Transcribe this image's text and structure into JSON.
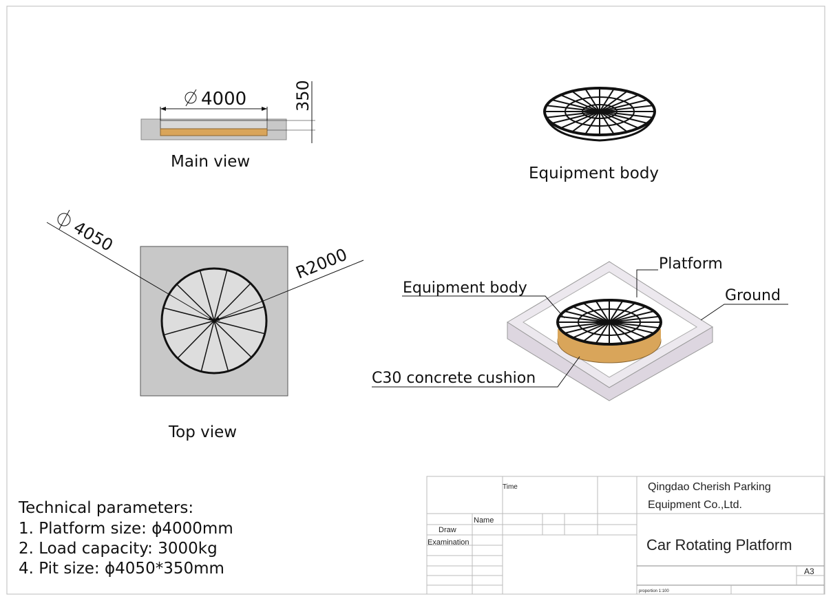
{
  "views": {
    "main_view": {
      "label": "Main view",
      "diameter_dim": "4000",
      "height_dim": "350"
    },
    "equipment_body": {
      "label": "Equipment body"
    },
    "top_view": {
      "label": "Top view",
      "diameter_dim": "4050",
      "radius_dim": "R2000"
    },
    "assembly": {
      "platform_label": "Platform",
      "equipment_body_label": "Equipment body",
      "ground_label": "Ground",
      "cushion_label": "C30 concrete cushion"
    }
  },
  "technical": {
    "heading": "Technical parameters:",
    "items": [
      "1. Platform size: ϕ4000mm",
      "2. Load capacity: 3000kg",
      "4. Pit size: ϕ4050*350mm"
    ]
  },
  "title_block": {
    "time_label": "Time",
    "name_label": "Name",
    "draw_label": "Draw",
    "examination_label": "Examination",
    "company_line1": "Qingdao Cherish Parking",
    "company_line2": "Equipment  Co.,Ltd.",
    "drawing_title": "Car Rotating Platform",
    "sheet_size": "A3",
    "proportion": "proportion  1:100"
  },
  "colors": {
    "concrete": "#c8c8c8",
    "cushion": "#d9a55a",
    "ground": "#e8e4ea"
  }
}
